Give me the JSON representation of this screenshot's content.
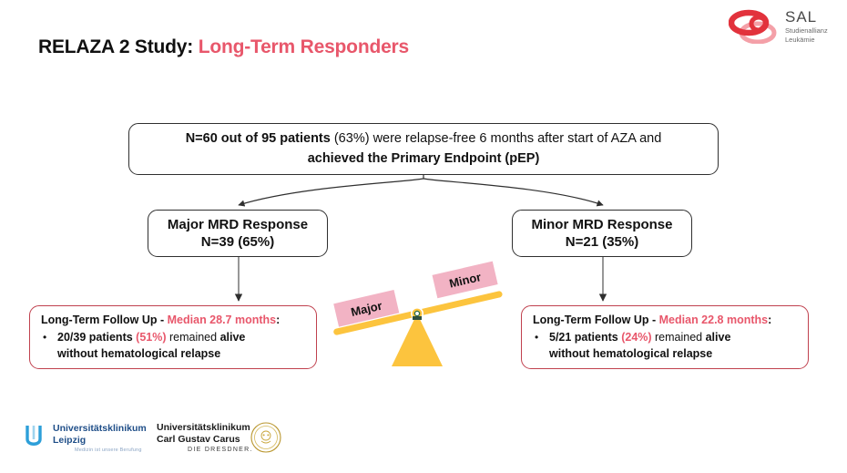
{
  "slide": {
    "title": {
      "primary": "RELAZA 2 Study:",
      "highlight": "Long-Term Responders"
    },
    "accent_red": "#e8576b",
    "accent_red_border": "#c0414e",
    "seesaw_beam_color": "#FCC43E",
    "seesaw_block_color": "#F2B3C4"
  },
  "sal_logo": {
    "name": "SAL",
    "subtitle_line1": "Studienallianz",
    "subtitle_line2": "Leukämie",
    "ring_color": "#e2323c",
    "ring_color_light": "#f4a0a8"
  },
  "flow": {
    "top_box": {
      "line1_bold_a": "N=60 out of 95 patients",
      "line1_rest": " (63%) were relapse-free 6 months after start of AZA and",
      "line2": "achieved the Primary Endpoint (pEP)"
    },
    "major_box": {
      "title": "Major MRD Response",
      "count": "N=39 (65%)"
    },
    "minor_box": {
      "title": "Minor MRD Response",
      "count": "N=21 (35%)"
    },
    "left_followup": {
      "head_label": "Long-Term Follow Up - ",
      "head_median": "Median 28.7 months",
      "head_colon": ":",
      "bullet_marker": "•",
      "bullet_bold_a": "20/39 patients ",
      "bullet_pct": "(51%)",
      "bullet_mid": " remained ",
      "bullet_bold_b": "alive",
      "bullet_line2": "without hematological relapse"
    },
    "right_followup": {
      "head_label": "Long-Term Follow Up - ",
      "head_median": "Median 22.8 months",
      "head_colon": ":",
      "bullet_marker": "•",
      "bullet_bold_a": "5/21 patients ",
      "bullet_pct": "(24%)",
      "bullet_mid": " remained ",
      "bullet_bold_b": "alive",
      "bullet_line2": "without hematological relapse"
    }
  },
  "seesaw": {
    "left_label": "Major",
    "right_label": "Minor"
  },
  "footer": {
    "leipzig": {
      "line1": "Universitätsklinikum",
      "line2": "Leipzig",
      "tagline": "Medizin ist unsere Berufung"
    },
    "dresden": {
      "line1": "Universitätsklinikum",
      "line2": "Carl Gustav Carus",
      "tagline": "DIE DRESDNER."
    }
  }
}
